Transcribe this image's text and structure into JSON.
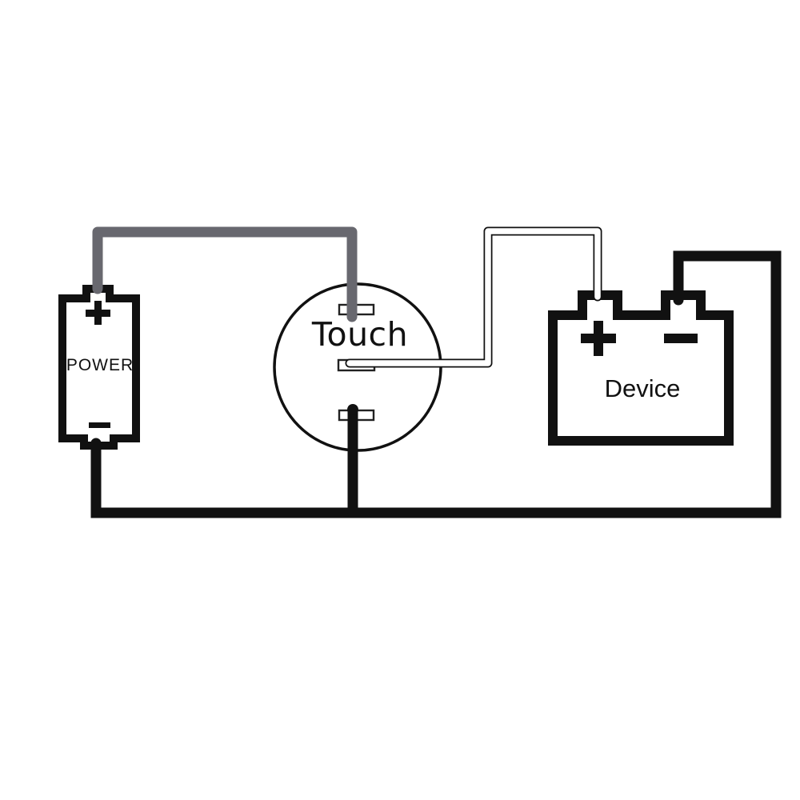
{
  "diagram": {
    "kind": "wiring-diagram",
    "background": "#ffffff",
    "components": {
      "power": {
        "label": "POWER",
        "positive_marker": "+",
        "negative_marker": "-",
        "shape": "battery box with top (+) and bottom (-) terminal tabs"
      },
      "switch": {
        "label": "Touch",
        "shape": "circle",
        "terminal_count": 3,
        "terminals": [
          "top",
          "middle",
          "bottom"
        ]
      },
      "device": {
        "label": "Device",
        "positive_marker": "+",
        "negative_marker": "-",
        "shape": "box with two top terminal tabs"
      }
    },
    "wires": [
      {
        "name": "gray-wire",
        "color": "#68686f",
        "from": "POWER positive terminal",
        "to": "Touch top terminal"
      },
      {
        "name": "white-wire",
        "color": "#ffffff",
        "outline": "#111111",
        "from": "Touch middle terminal",
        "to": "Device positive terminal"
      },
      {
        "name": "black-ground-wire",
        "color": "#111111",
        "from": "Device negative terminal",
        "to": "POWER negative terminal",
        "taps": [
          "Touch bottom terminal"
        ]
      }
    ],
    "colors": {
      "outline": "#111111",
      "gray_wire": "#68686f",
      "white_wire_fill": "#ffffff",
      "black_wire": "#111111"
    }
  }
}
